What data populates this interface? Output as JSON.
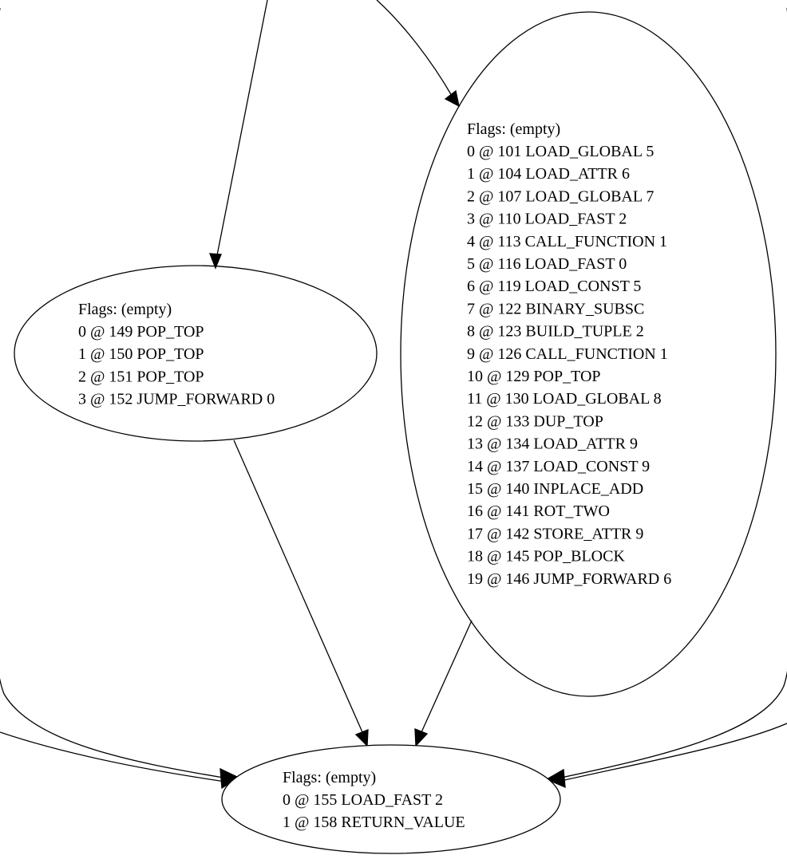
{
  "colors": {
    "stroke": "#000000",
    "background": "#ffffff",
    "text": "#000000"
  },
  "nodes": {
    "block_149": {
      "flags": "Flags: (empty)",
      "lines": [
        "0 @ 149 POP_TOP",
        "1 @ 150 POP_TOP",
        "2 @ 151 POP_TOP",
        "3 @ 152 JUMP_FORWARD 0"
      ]
    },
    "block_101": {
      "flags": "Flags: (empty)",
      "lines": [
        "0 @ 101 LOAD_GLOBAL 5",
        "1 @ 104 LOAD_ATTR 6",
        "2 @ 107 LOAD_GLOBAL 7",
        "3 @ 110 LOAD_FAST 2",
        "4 @ 113 CALL_FUNCTION 1",
        "5 @ 116 LOAD_FAST 0",
        "6 @ 119 LOAD_CONST 5",
        "7 @ 122 BINARY_SUBSC",
        "8 @ 123 BUILD_TUPLE 2",
        "9 @ 126 CALL_FUNCTION 1",
        "10 @ 129 POP_TOP",
        "11 @ 130 LOAD_GLOBAL 8",
        "12 @ 133 DUP_TOP",
        "13 @ 134 LOAD_ATTR 9",
        "14 @ 137 LOAD_CONST 9",
        "15 @ 140 INPLACE_ADD",
        "16 @ 141 ROT_TWO",
        "17 @ 142 STORE_ATTR 9",
        "18 @ 145 POP_BLOCK",
        "19 @ 146 JUMP_FORWARD 6"
      ]
    },
    "block_155": {
      "flags": "Flags: (empty)",
      "lines": [
        "0 @ 155 LOAD_FAST 2",
        "1 @ 158 RETURN_VALUE"
      ]
    }
  },
  "edges": [
    {
      "from": "offscreen-top",
      "to": "block_149"
    },
    {
      "from": "offscreen-top",
      "to": "block_101"
    },
    {
      "from": "block_149",
      "to": "block_155"
    },
    {
      "from": "block_101",
      "to": "block_155"
    },
    {
      "from": "offscreen-left",
      "to": "block_155"
    },
    {
      "from": "offscreen-left",
      "to": "block_155"
    },
    {
      "from": "offscreen-right",
      "to": "block_155"
    },
    {
      "from": "offscreen-right",
      "to": "block_155"
    }
  ]
}
